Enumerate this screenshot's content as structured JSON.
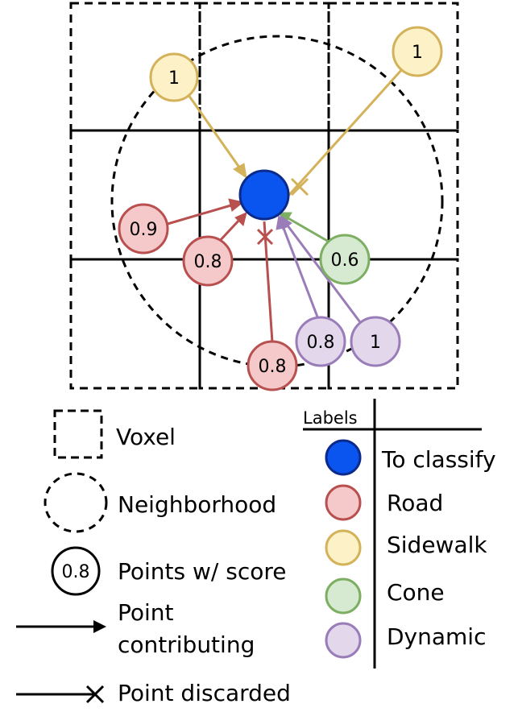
{
  "colors": {
    "to_classify_fill": "#0a55f0",
    "to_classify_stroke": "#0a2a8c",
    "road_fill": "#f5c9c9",
    "road_stroke": "#b8504f",
    "sidewalk_fill": "#fdf1c8",
    "sidewalk_stroke": "#d4b25a",
    "cone_fill": "#d5ead0",
    "cone_stroke": "#7dae62",
    "dynamic_fill": "#e2d7eb",
    "dynamic_stroke": "#9a7db8",
    "line": "#000000"
  },
  "points": [
    {
      "label": "1",
      "class": "sidewalk",
      "status": "contributing"
    },
    {
      "label": "1",
      "class": "sidewalk",
      "status": "discarded"
    },
    {
      "label": "0.9",
      "class": "road",
      "status": "contributing"
    },
    {
      "label": "0.8",
      "class": "road",
      "status": "contributing"
    },
    {
      "label": "0.8",
      "class": "road",
      "status": "discarded"
    },
    {
      "label": "0.6",
      "class": "cone",
      "status": "contributing"
    },
    {
      "label": "0.8",
      "class": "dynamic",
      "status": "contributing"
    },
    {
      "label": "1",
      "class": "dynamic",
      "status": "contributing"
    }
  ],
  "legend": {
    "voxel": "Voxel",
    "neighborhood": "Neighborhood",
    "points_score_sample": "0.8",
    "points_score": "Points w/ score",
    "point_contributing_line1": "Point",
    "point_contributing_line2": "contributing",
    "point_discarded": "Point discarded"
  },
  "labels": {
    "title": "Labels",
    "items": [
      {
        "name": "To classify",
        "class": "to_classify"
      },
      {
        "name": "Road",
        "class": "road"
      },
      {
        "name": "Sidewalk",
        "class": "sidewalk"
      },
      {
        "name": "Cone",
        "class": "cone"
      },
      {
        "name": "Dynamic",
        "class": "dynamic"
      }
    ]
  }
}
